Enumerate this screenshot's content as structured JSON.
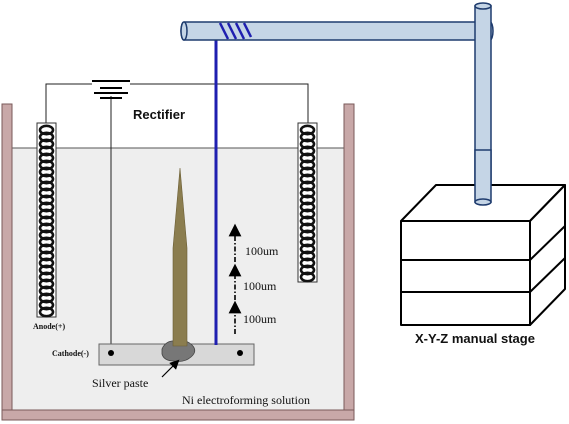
{
  "labels": {
    "rectifier": "Rectifier",
    "anode": "Anode(+)",
    "cathode": "Cathode(-)",
    "silver_paste": "Silver paste",
    "solution": "Ni electroforming solution",
    "stage": "X-Y-Z manual stage",
    "step_1": "100um",
    "step_2": "100um",
    "step_3": "100um"
  },
  "colors": {
    "tank_wall": "#c8a8a8",
    "solution": "#eeeeee",
    "pipe": "#c5d5e6",
    "pipe_stroke": "#1f3c6e",
    "wire_blue": "#1f1fb0",
    "tip": "#8b7d4f",
    "coil": "#111111",
    "stage_face": "#ffffff"
  },
  "icons": {
    "coil": "coil-spiral-icon",
    "battery": "battery-symbol-icon",
    "arrow": "dash-dot-up-arrow-icon"
  }
}
